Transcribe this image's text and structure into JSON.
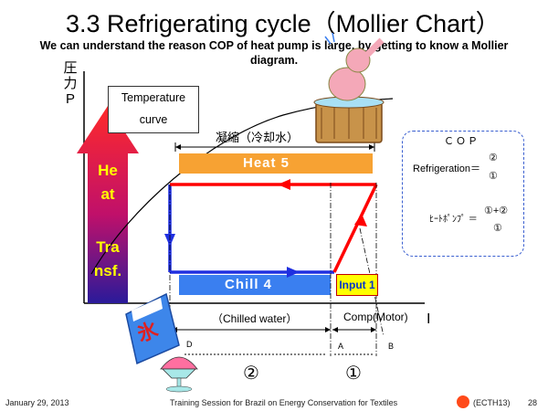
{
  "slide": {
    "title": "3.3   Refrigerating cycle（Mollier Chart）",
    "subtitle": "We can understand the reason COP of heat pump is large, by getting to know a Mollier diagram."
  },
  "diagram": {
    "y_axis_label": "圧力 P",
    "temperature_curve_label": "Temperature curve",
    "heat_transfer_label": [
      "He",
      "at",
      "",
      "Tra",
      "nsf."
    ],
    "condensation_label": "凝縮（冷却水）",
    "heat_bar_label": "Heat    5",
    "chill_bar_label": "Chill   4",
    "input_label": "Input 1",
    "chilled_water_label": "（Chilled water）",
    "comp_label": "Comp(Motor)",
    "i_axis_label": "I",
    "point_d": "D",
    "point_a": "A",
    "point_b": "B",
    "span_2": "②",
    "span_1": "①",
    "ice_sign": "氷",
    "colors": {
      "heat_bar": "#f7a233",
      "chill_bar": "#3a7ff0",
      "cycle_line": "#1f2fe0",
      "red_line": "#ff0000",
      "input_fill": "#ffff00"
    }
  },
  "cop": {
    "title": "ＣＯＰ",
    "refrigeration_label": "Refrigeration＝",
    "refrigeration_num": "②",
    "refrigeration_den": "①",
    "heatpump_label": "ﾋｰﾄﾎﾟﾝﾌﾟ ＝",
    "heatpump_num": "①+②",
    "heatpump_den": "①"
  },
  "footer": {
    "date": "January 29, 2013",
    "course": "Training Session for Brazil on Energy Conservation for Textiles",
    "code": "(ECTH13)",
    "page": "28"
  }
}
